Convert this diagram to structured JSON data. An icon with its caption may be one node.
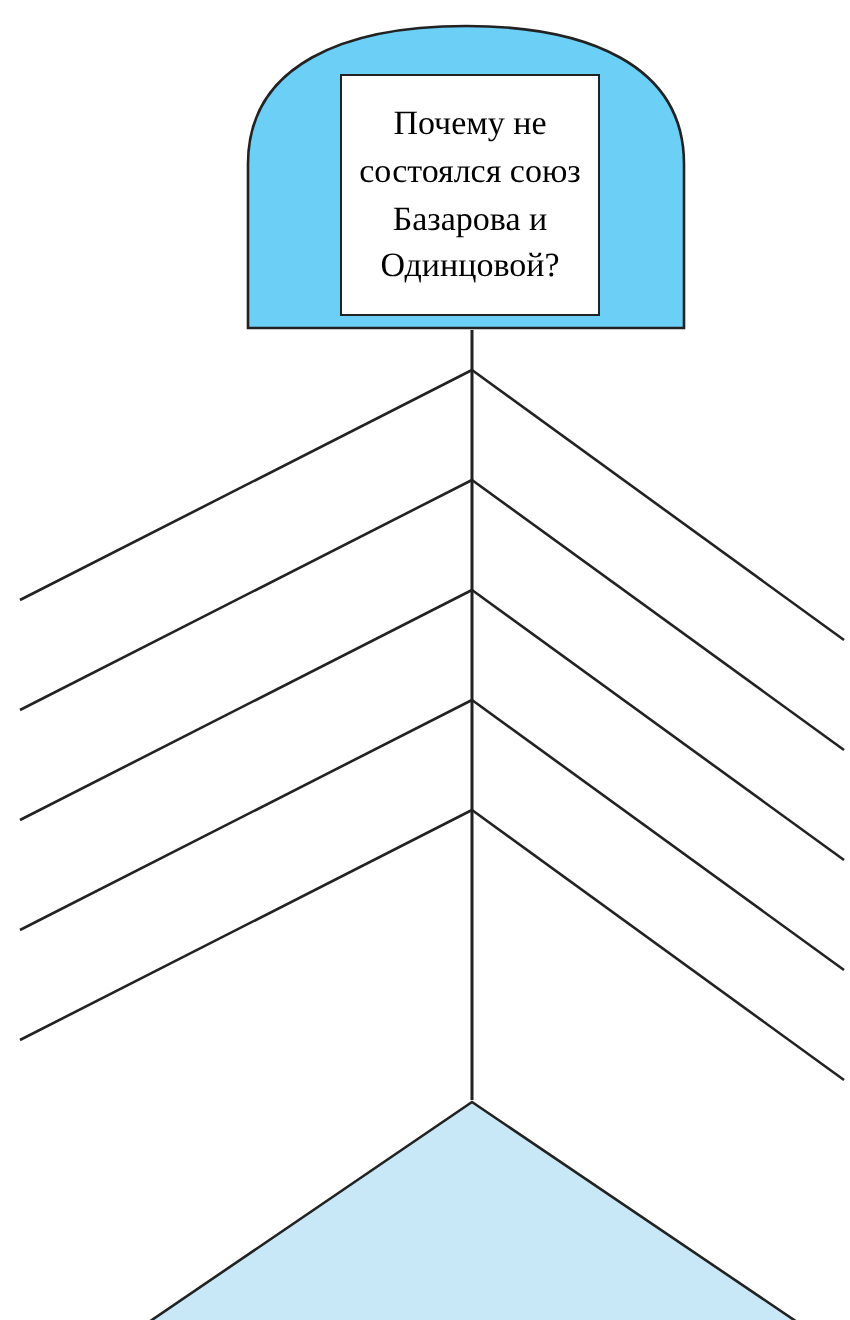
{
  "diagram": {
    "nodes": [
      {
        "text": [],
        "shape": "dome"
      },
      {
        "text": [
          "Почему не состоялся союз Базарова и Одинцовой?"
        ],
        "in": 0
      },
      {
        "text": [],
        "shape": "triangle"
      }
    ],
    "edges": [
      {
        "from": 0,
        "to": 2,
        "arrow": "none"
      }
    ]
  }
}
